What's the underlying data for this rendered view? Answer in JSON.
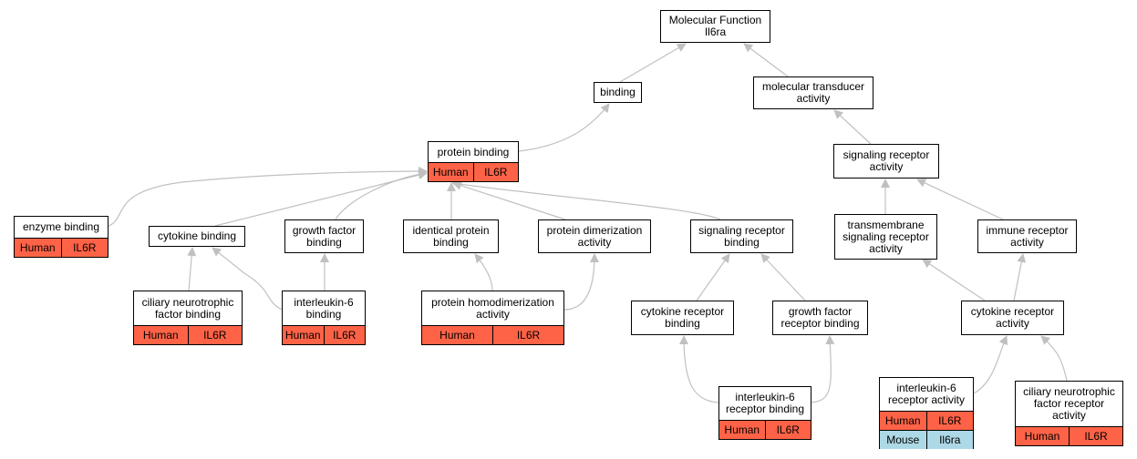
{
  "colors": {
    "human": "#ff6347",
    "mouse": "#add8e6",
    "edge": "#c0c0c0",
    "border": "#000000"
  },
  "nodes": {
    "root": {
      "label": "Molecular Function\nIl6ra"
    },
    "binding": {
      "label": "binding"
    },
    "molecular_transducer": {
      "label": "molecular transducer\nactivity"
    },
    "protein_binding": {
      "label": "protein binding",
      "annotations": [
        {
          "species": "Human",
          "gene": "IL6R"
        }
      ]
    },
    "signaling_receptor_activity": {
      "label": "signaling receptor\nactivity"
    },
    "enzyme_binding": {
      "label": "enzyme binding",
      "annotations": [
        {
          "species": "Human",
          "gene": "IL6R"
        }
      ]
    },
    "cytokine_binding": {
      "label": "cytokine binding"
    },
    "growth_factor_binding": {
      "label": "growth factor\nbinding"
    },
    "identical_protein_binding": {
      "label": "identical protein\nbinding"
    },
    "protein_dimerization": {
      "label": "protein dimerization\nactivity"
    },
    "signaling_receptor_binding": {
      "label": "signaling receptor\nbinding"
    },
    "transmembrane_signaling": {
      "label": "transmembrane\nsignaling receptor\nactivity"
    },
    "immune_receptor": {
      "label": "immune receptor\nactivity"
    },
    "cntf_binding": {
      "label": "ciliary neurotrophic\nfactor binding",
      "annotations": [
        {
          "species": "Human",
          "gene": "IL6R"
        }
      ]
    },
    "il6_binding": {
      "label": "interleukin-6\nbinding",
      "annotations": [
        {
          "species": "Human",
          "gene": "IL6R"
        }
      ]
    },
    "protein_homodimerization": {
      "label": "protein homodimerization\nactivity",
      "annotations": [
        {
          "species": "Human",
          "gene": "IL6R"
        }
      ]
    },
    "cytokine_receptor_binding": {
      "label": "cytokine receptor\nbinding"
    },
    "growth_factor_receptor_binding": {
      "label": "growth factor\nreceptor binding"
    },
    "cytokine_receptor_activity": {
      "label": "cytokine receptor\nactivity"
    },
    "il6_receptor_binding": {
      "label": "interleukin-6\nreceptor binding",
      "annotations": [
        {
          "species": "Human",
          "gene": "IL6R"
        }
      ]
    },
    "il6_receptor_activity": {
      "label": "interleukin-6\nreceptor activity",
      "annotations": [
        {
          "species": "Human",
          "gene": "IL6R"
        },
        {
          "species": "Mouse",
          "gene": "Il6ra"
        }
      ]
    },
    "cntf_receptor_activity": {
      "label": "ciliary neurotrophic\nfactor receptor\nactivity",
      "annotations": [
        {
          "species": "Human",
          "gene": "IL6R"
        }
      ]
    }
  }
}
